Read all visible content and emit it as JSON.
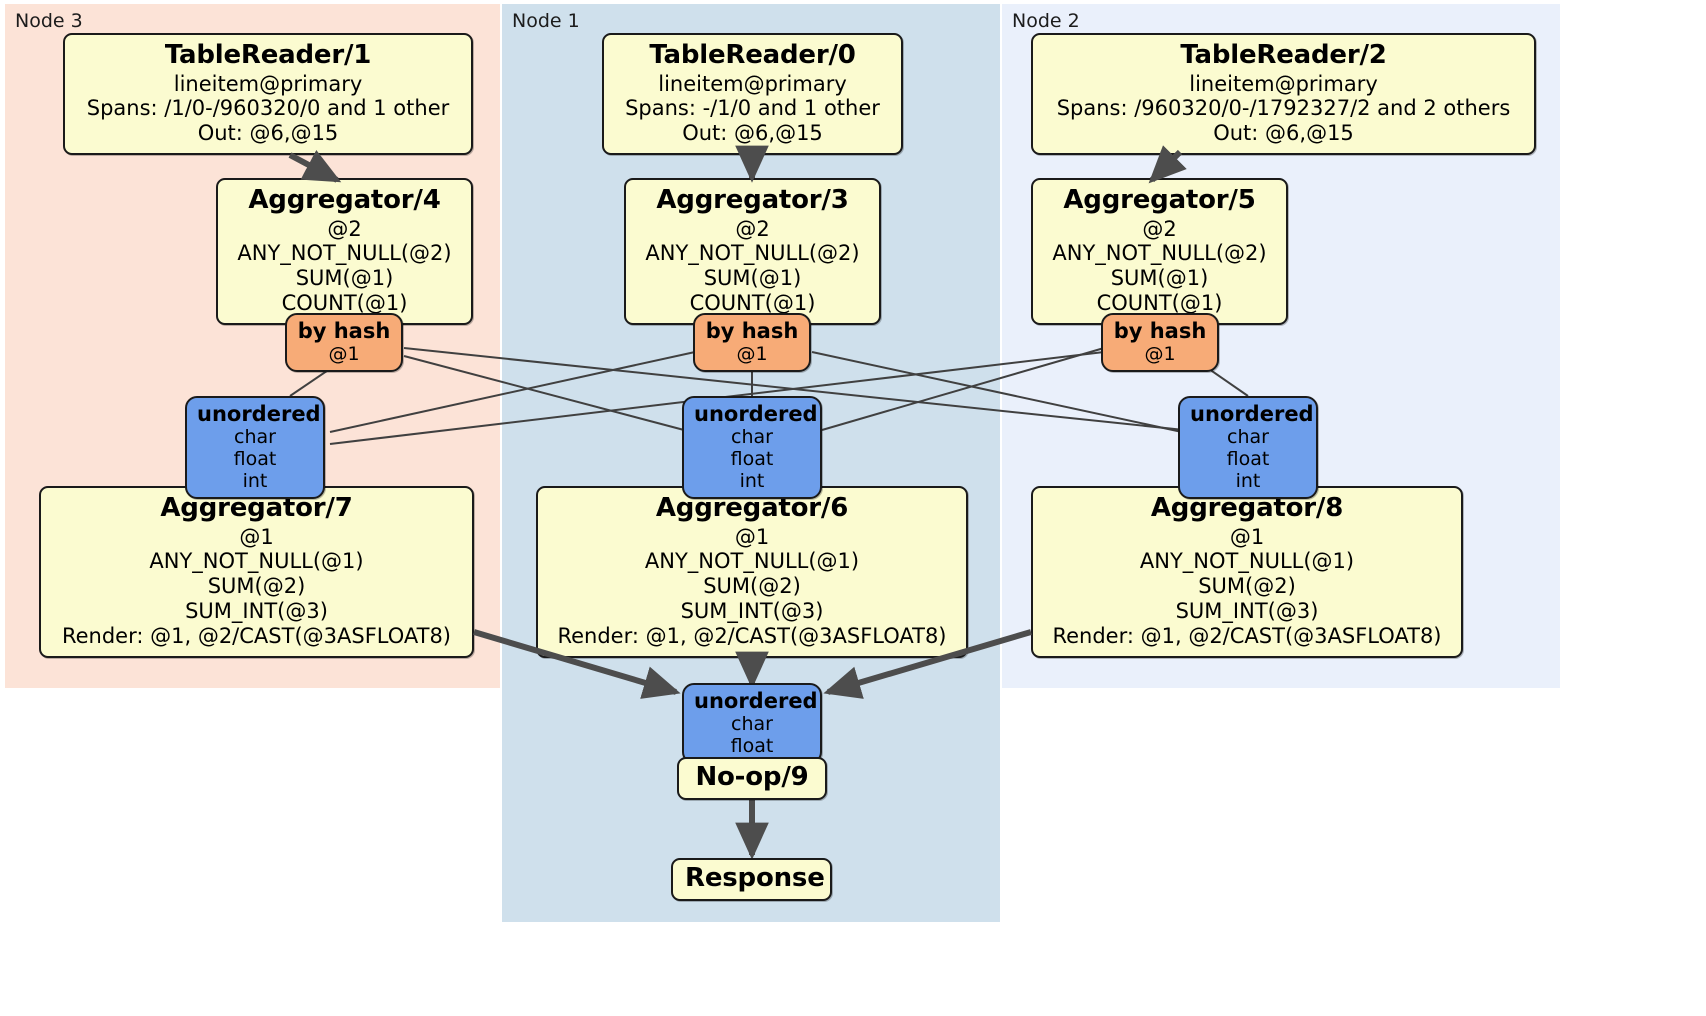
{
  "diagram": {
    "title": "Distributed SQL query execution plan",
    "colors": {
      "node3_bg": "#fce3d7",
      "node1_bg": "#cfe0ec",
      "node2_bg": "#eaf0fb",
      "processor_bg": "#fbfbd0",
      "hash_router_bg": "#f7ab77",
      "unordered_router_bg": "#6d9eeb",
      "edge": "#4d4d4d",
      "border": "#1a1a1a"
    }
  },
  "panels": [
    {
      "id": "node3",
      "label": "Node 3"
    },
    {
      "id": "node1",
      "label": "Node 1"
    },
    {
      "id": "node2",
      "label": "Node 2"
    }
  ],
  "processors": {
    "table_reader_1": {
      "title": "TableReader/1",
      "lines": [
        "lineitem@primary",
        "Spans: /1/0-/960320/0 and 1 other",
        "Out: @6,@15"
      ]
    },
    "table_reader_0": {
      "title": "TableReader/0",
      "lines": [
        "lineitem@primary",
        "Spans: -/1/0 and 1 other",
        "Out: @6,@15"
      ]
    },
    "table_reader_2": {
      "title": "TableReader/2",
      "lines": [
        "lineitem@primary",
        "Spans: /960320/0-/1792327/2 and 2 others",
        "Out: @6,@15"
      ]
    },
    "aggregator_4": {
      "title": "Aggregator/4",
      "lines": [
        "@2",
        "ANY_NOT_NULL(@2)",
        "SUM(@1)",
        "COUNT(@1)"
      ]
    },
    "aggregator_3": {
      "title": "Aggregator/3",
      "lines": [
        "@2",
        "ANY_NOT_NULL(@2)",
        "SUM(@1)",
        "COUNT(@1)"
      ]
    },
    "aggregator_5": {
      "title": "Aggregator/5",
      "lines": [
        "@2",
        "ANY_NOT_NULL(@2)",
        "SUM(@1)",
        "COUNT(@1)"
      ]
    },
    "aggregator_7": {
      "title": "Aggregator/7",
      "lines": [
        "@1",
        "ANY_NOT_NULL(@1)",
        "SUM(@2)",
        "SUM_INT(@3)",
        "Render: @1, @2/CAST(@3ASFLOAT8)"
      ]
    },
    "aggregator_6": {
      "title": "Aggregator/6",
      "lines": [
        "@1",
        "ANY_NOT_NULL(@1)",
        "SUM(@2)",
        "SUM_INT(@3)",
        "Render: @1, @2/CAST(@3ASFLOAT8)"
      ]
    },
    "aggregator_8": {
      "title": "Aggregator/8",
      "lines": [
        "@1",
        "ANY_NOT_NULL(@1)",
        "SUM(@2)",
        "SUM_INT(@3)",
        "Render: @1, @2/CAST(@3ASFLOAT8)"
      ]
    },
    "noop_9": {
      "title": "No-op/9",
      "lines": []
    },
    "response": {
      "title": "Response",
      "lines": []
    }
  },
  "routers": {
    "hash_left": {
      "title": "by hash",
      "lines": [
        "@1"
      ]
    },
    "hash_center": {
      "title": "by hash",
      "lines": [
        "@1"
      ]
    },
    "hash_right": {
      "title": "by hash",
      "lines": [
        "@1"
      ]
    },
    "unordered_left": {
      "title": "unordered",
      "lines": [
        "char",
        "float",
        "int"
      ]
    },
    "unordered_center": {
      "title": "unordered",
      "lines": [
        "char",
        "float",
        "int"
      ]
    },
    "unordered_right": {
      "title": "unordered",
      "lines": [
        "char",
        "float",
        "int"
      ]
    },
    "unordered_final": {
      "title": "unordered",
      "lines": [
        "char",
        "float"
      ]
    }
  }
}
